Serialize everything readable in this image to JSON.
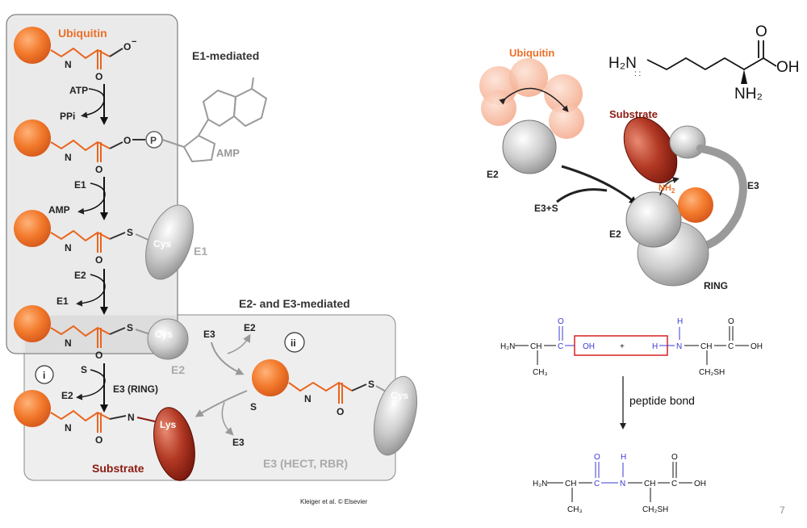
{
  "left_panel": {
    "title_e1": "E1-mediated",
    "title_e23": "E2- and E3-mediated",
    "ubiquitin": "Ubiquitin",
    "n": "N",
    "o": "O",
    "o_minus": "O",
    "minus": "−",
    "s": "S",
    "p": "P",
    "atp": "ATP",
    "ppi": "PPi",
    "amp": "AMP",
    "e1": "E1",
    "e2": "E2",
    "e3": "E3",
    "cys": "Cys",
    "lys": "Lys",
    "e3_ring": "E3 (RING)",
    "e3_hect": "E3 (HECT, RBR)",
    "substrate": "Substrate",
    "i": "i",
    "ii": "ii",
    "credit": "Kleiger et al. © Elsevier"
  },
  "right_top": {
    "ubiquitin": "Ubiquitin",
    "substrate": "Substrate",
    "nh2": "NH",
    "nh2_sub": "2",
    "e2_left": "E2",
    "e2_right": "E2",
    "e3_s": "E3+S",
    "e3": "E3",
    "ring": "RING"
  },
  "lysine": {
    "h2n": "H₂N",
    "o": "O",
    "oh": "OH",
    "nh2": "NH₂"
  },
  "peptide": {
    "left_h2n": "H₂N",
    "ch": "CH",
    "c": "C",
    "oh": "OH",
    "plus": "+",
    "h": "H",
    "n": "N",
    "o": "O",
    "ch3": "CH₃",
    "ch2sh": "CH₂SH",
    "bond_label": "peptide bond"
  },
  "page_number": "7",
  "colors": {
    "orange": "#f07a2a",
    "gray_panel": "#ececec",
    "dark_red": "#8b1a10",
    "blue": "#3b3bd6",
    "red_box": "#d62020"
  }
}
